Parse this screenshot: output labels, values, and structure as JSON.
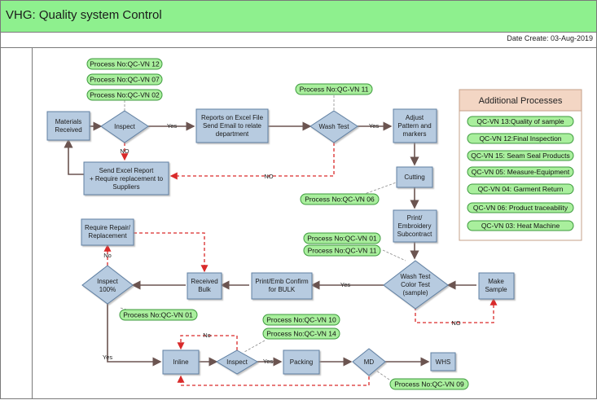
{
  "title": "VHG: Quality system Control",
  "date_created": "Date Create: 03-Aug-2019",
  "nodes": {
    "materials_received": [
      "Materials",
      "Received"
    ],
    "inspect_top": "Inspect",
    "reports_excel": [
      "Reports on Excel File",
      "Send Email to relate",
      "department"
    ],
    "wash_test_top": "Wash Test",
    "adjust_pattern": [
      "Adjust",
      "Pattern and",
      "markers"
    ],
    "send_excel_report": [
      "Send Excel Report",
      "+ Require replacement to",
      "Suppliers"
    ],
    "cutting": "Cutting",
    "print_embroidery": [
      "Print/",
      "Embroidery",
      "Subcontract"
    ],
    "wash_color_test": [
      "Wash Test",
      "Color Test",
      "(sample)"
    ],
    "make_sample": [
      "Make",
      "Sample"
    ],
    "print_emb_confirm": [
      "Print/Emb Confirm",
      "for BULK"
    ],
    "received_bulk": [
      "Received",
      "Bulk"
    ],
    "inspect_100": [
      "Inspect",
      "100%"
    ],
    "require_repair": [
      "Require Repair/",
      "Replacement"
    ],
    "inline": "Inline",
    "inspect_bottom": "Inspect",
    "packing": "Packing",
    "md": "MD",
    "whs": "WHS"
  },
  "edge_labels": {
    "yes1": "Yes",
    "yes2": "Yes",
    "no_inspect": "NO",
    "no_wash": "NO",
    "yes_wash_color": "Yes",
    "no_wash_color": "NO",
    "no_inspect100": "No",
    "yes_inspect100": "Yes",
    "no_inspect_bottom": "No",
    "yes_inspect_bottom": "Yes"
  },
  "process_tags": {
    "qc12": "Process No:QC-VN 12",
    "qc07": "Process No:QC-VN 07",
    "qc02": "Process No:QC-VN 02",
    "qc11_top": "Process No:QC-VN 11",
    "qc06": "Process No:QC-VN 06",
    "qc01_mid": "Process No:QC-VN 01",
    "qc11_mid": "Process No:QC-VN 11",
    "qc01_low": "Process No:QC-VN 01",
    "qc10": "Process No:QC-VN 10",
    "qc14": "Process No:QC-VN 14",
    "qc09": "Process No:QC-VN 09"
  },
  "additional": {
    "title": "Additional Processes",
    "items": [
      "QC-VN 13:Quality of sample",
      "QC-VN 12:Final Inspection",
      "QC-VN 15: Seam Seal Products",
      "QC-VN 05: Measure-Equipment",
      "QC-VN 04: Garment  Return",
      "QC-VN 06: Product traceability",
      "QC-VN 03: Heat Machine"
    ]
  }
}
